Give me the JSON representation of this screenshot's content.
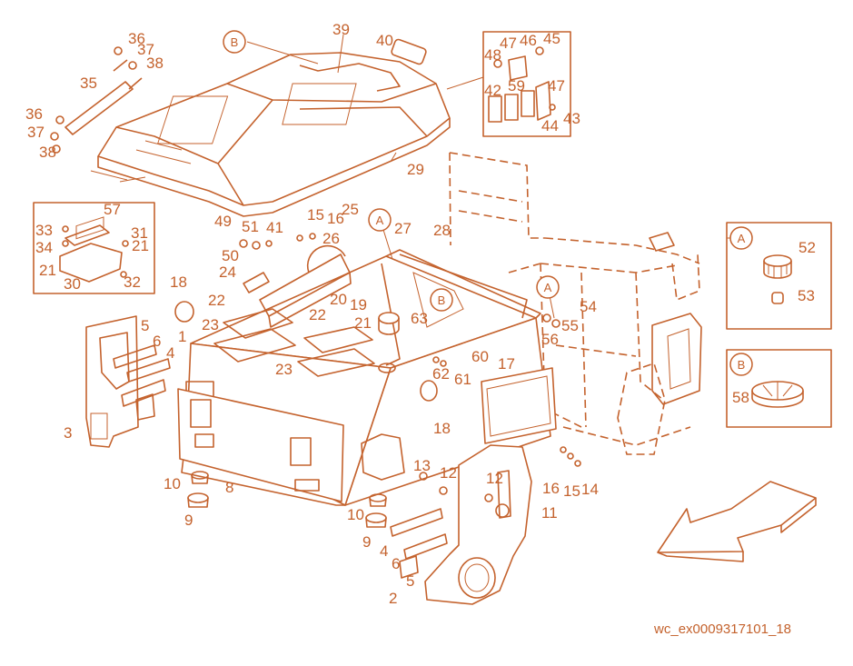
{
  "drawing_code": "wc_ex0009317101_18",
  "colors": {
    "line": "#c4622d",
    "background": "#ffffff"
  },
  "part_labels": [
    "1",
    "2",
    "3",
    "4",
    "5",
    "6",
    "8",
    "9",
    "10",
    "11",
    "12",
    "13",
    "14",
    "15",
    "16",
    "17",
    "18",
    "19",
    "20",
    "21",
    "22",
    "23",
    "24",
    "25",
    "26",
    "27",
    "28",
    "29",
    "30",
    "31",
    "32",
    "33",
    "34",
    "35",
    "36",
    "37",
    "38",
    "39",
    "40",
    "41",
    "42",
    "43",
    "44",
    "45",
    "46",
    "47",
    "48",
    "49",
    "50",
    "51",
    "52",
    "53",
    "54",
    "55",
    "56",
    "57",
    "58",
    "59",
    "60",
    "61",
    "62",
    "63"
  ],
  "callout_letters": [
    "A",
    "B"
  ]
}
